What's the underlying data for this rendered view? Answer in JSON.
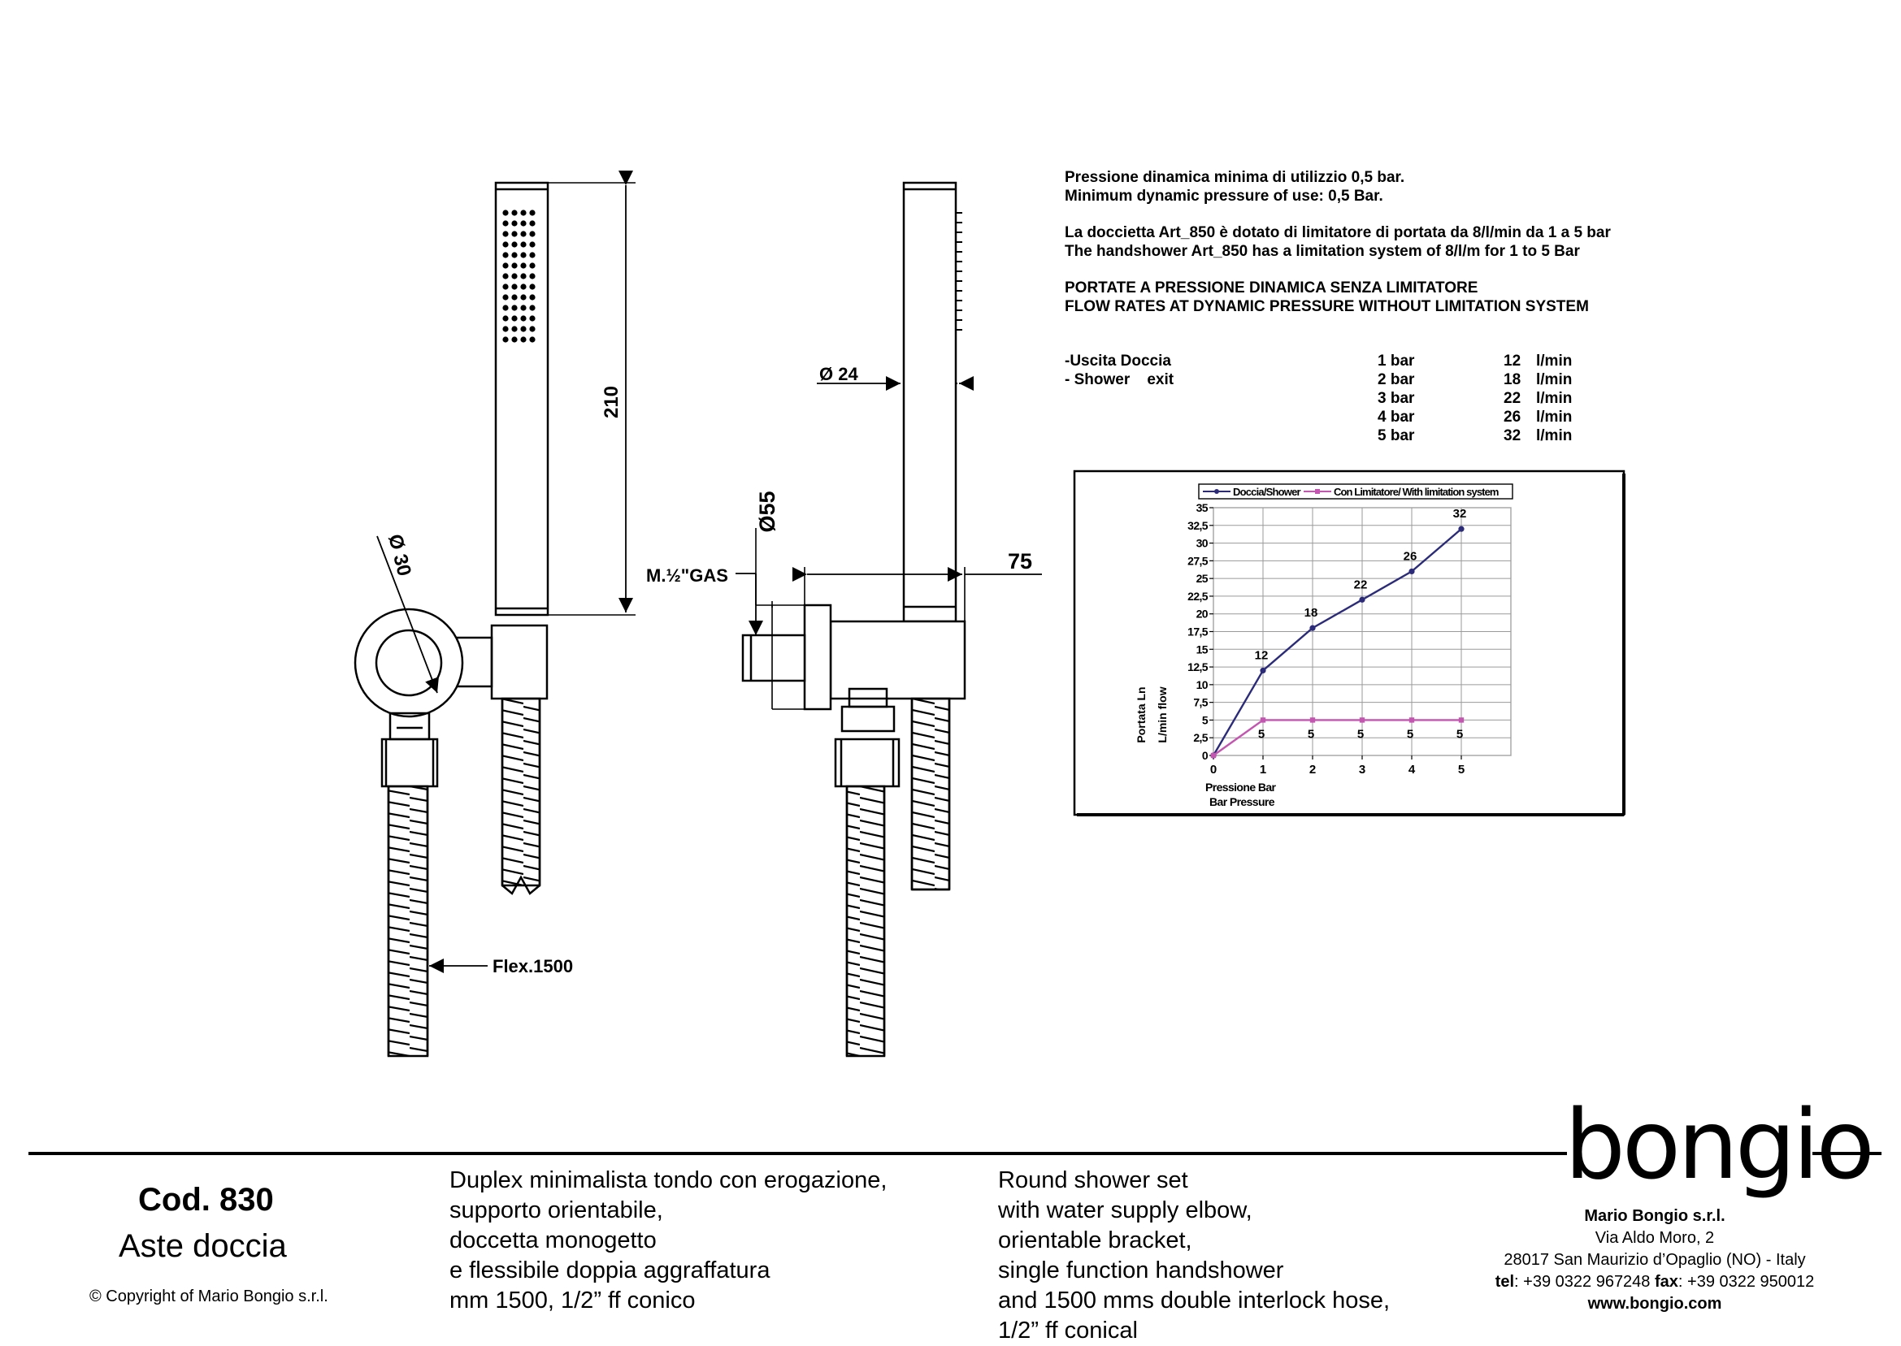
{
  "notes": {
    "min_pressure_it": "Pressione dinamica minima di utilizzio 0,5  bar.",
    "min_pressure_en": "Minimum dynamic pressure of use: 0,5 Bar.",
    "limiter_it": "La doccietta Art_850 è dotato di limitatore di portata da 8/l/min da 1 a 5 bar",
    "limiter_en": "The handshower Art_850 has a limitation system of  8/l/m for 1 to 5 Bar",
    "heading_it": "PORTATE A PRESSIONE DINAMICA SENZA LIMITATORE",
    "heading_en": "FLOW RATES AT DYNAMIC PRESSURE WITHOUT LIMITATION SYSTEM"
  },
  "flow_table": {
    "label_it": "-Uscita Doccia",
    "label_en": "- Shower    exit",
    "rows": [
      {
        "bar": "1 bar",
        "value": "12",
        "unit": "l/min"
      },
      {
        "bar": "2 bar",
        "value": "18",
        "unit": "l/min"
      },
      {
        "bar": "3 bar",
        "value": "22",
        "unit": "l/min"
      },
      {
        "bar": "4 bar",
        "value": "26",
        "unit": "l/min"
      },
      {
        "bar": "5 bar",
        "value": "32",
        "unit": "l/min"
      }
    ]
  },
  "dimensions": {
    "height": "210",
    "diam30": "Ø 30",
    "diam24": "Ø  24",
    "diam55": "Ø55",
    "thread": "M.½\"GAS",
    "width75": "75",
    "hose": "Flex.1500"
  },
  "chart_data": {
    "type": "line",
    "x": [
      0,
      1,
      2,
      3,
      4,
      5
    ],
    "x_tick_labels": [
      "0",
      "1",
      "2",
      "3",
      "4",
      "5"
    ],
    "y_ticks": [
      "0",
      "2,5",
      "5",
      "7,5",
      "10",
      "12,5",
      "15",
      "17,5",
      "20",
      "22,5",
      "25",
      "27,5",
      "30",
      "32,5",
      "35"
    ],
    "ylim": [
      0,
      35
    ],
    "xlim": [
      0,
      6
    ],
    "grid": true,
    "xlabel_lines": [
      "Pressione Bar",
      "Bar Pressure"
    ],
    "ylabel_lines": [
      "Portata Ln",
      "L/min flow"
    ],
    "legend_position": "top",
    "series": [
      {
        "name": "Doccia/Shower",
        "color": "#2b2b7a",
        "values": [
          0,
          12,
          18,
          22,
          26,
          32
        ],
        "labels": [
          "",
          "12",
          "18",
          "22",
          "26",
          "32"
        ]
      },
      {
        "name": "Con Limitatore/ With limitation system",
        "color": "#c455b0",
        "values": [
          0,
          5,
          5,
          5,
          5,
          5
        ],
        "labels": [
          "",
          "5",
          "5",
          "5",
          "5",
          "5"
        ]
      }
    ]
  },
  "footer": {
    "code": "Cod. 830",
    "name": "Aste doccia",
    "copyright": "© Copyright of Mario Bongio s.r.l.",
    "desc_it": [
      "Duplex minimalista tondo con erogazione,",
      "supporto orientabile,",
      "doccetta monogetto",
      "e flessibile doppia aggraffatura",
      "mm 1500, 1/2” ff conico"
    ],
    "desc_en": [
      "Round shower set",
      "with water supply elbow,",
      "orientable bracket,",
      "single function handshower",
      "and 1500 mms double interlock hose,",
      "1/2” ff conical"
    ],
    "logo": "bongio",
    "company": "Mario Bongio s.r.l.",
    "address1": "Via Aldo Moro, 2",
    "address2": "28017 San Maurizio d’Opaglio (NO) - Italy",
    "tel_label": "tel",
    "tel": ": +39 0322 967248 ",
    "fax_label": "fax",
    "fax": ": +39 0322 950012",
    "web": "www.bongio.com"
  }
}
